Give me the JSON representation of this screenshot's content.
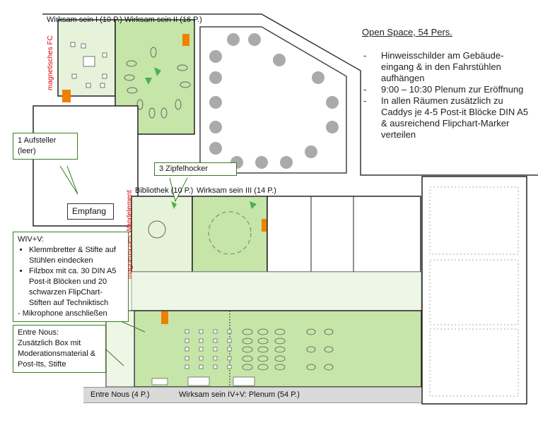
{
  "rooms": {
    "ws1": "Wirksam sein I (10 P.)",
    "ws2": "Wirksam sein II (16 P.)",
    "bibliothek": "Bibliothek (10 P.)",
    "ws3": "Wirksam sein III (14 P.)",
    "entre_nous": "Entre Nous (4 P.)",
    "plenum": "Wirksam sein IV+V: Plenum (54 P.)"
  },
  "wall_labels": {
    "fc": "magnetisches FC",
    "wandelement": "magnetisches Wandelement"
  },
  "empfang": "Empfang",
  "callouts": {
    "aufsteller": "1 Aufsteller (leer)",
    "zipfelhocker": "3 Zipfelhocker",
    "wiv": {
      "title": "WIV+V:",
      "items": [
        "Klemmbretter & Stifte auf Stühlen eindecken",
        "Filzbox mit ca. 30 DIN A5 Post-it Blöcken und 20 schwarzen FlipChart-Stiften auf Techniktisch"
      ],
      "footer": "- Mikrophone anschließen"
    },
    "entre_nous": {
      "title": "Entre Nous:",
      "text": "Zusätzlich Box mit Moderationsmaterial & Post-Its, Stifte"
    }
  },
  "notes": {
    "title": "Open Space, 54 Pers.",
    "items": [
      "Hinweisschilder am Gebäude-eingang & in den Fahrstühlen aufhängen",
      "9:00 – 10:30 Plenum zur Eröffnung",
      "In allen Räumen zusätzlich zu Caddys je 4-5 Post-it Blöcke DIN A5 & ausreichend Flipchart-Marker verteilen"
    ]
  },
  "colors": {
    "room_green": "#c6e5a8",
    "room_light": "#e6f3da",
    "callout_border": "#3a7d1e",
    "accent_red": "#d00000"
  }
}
